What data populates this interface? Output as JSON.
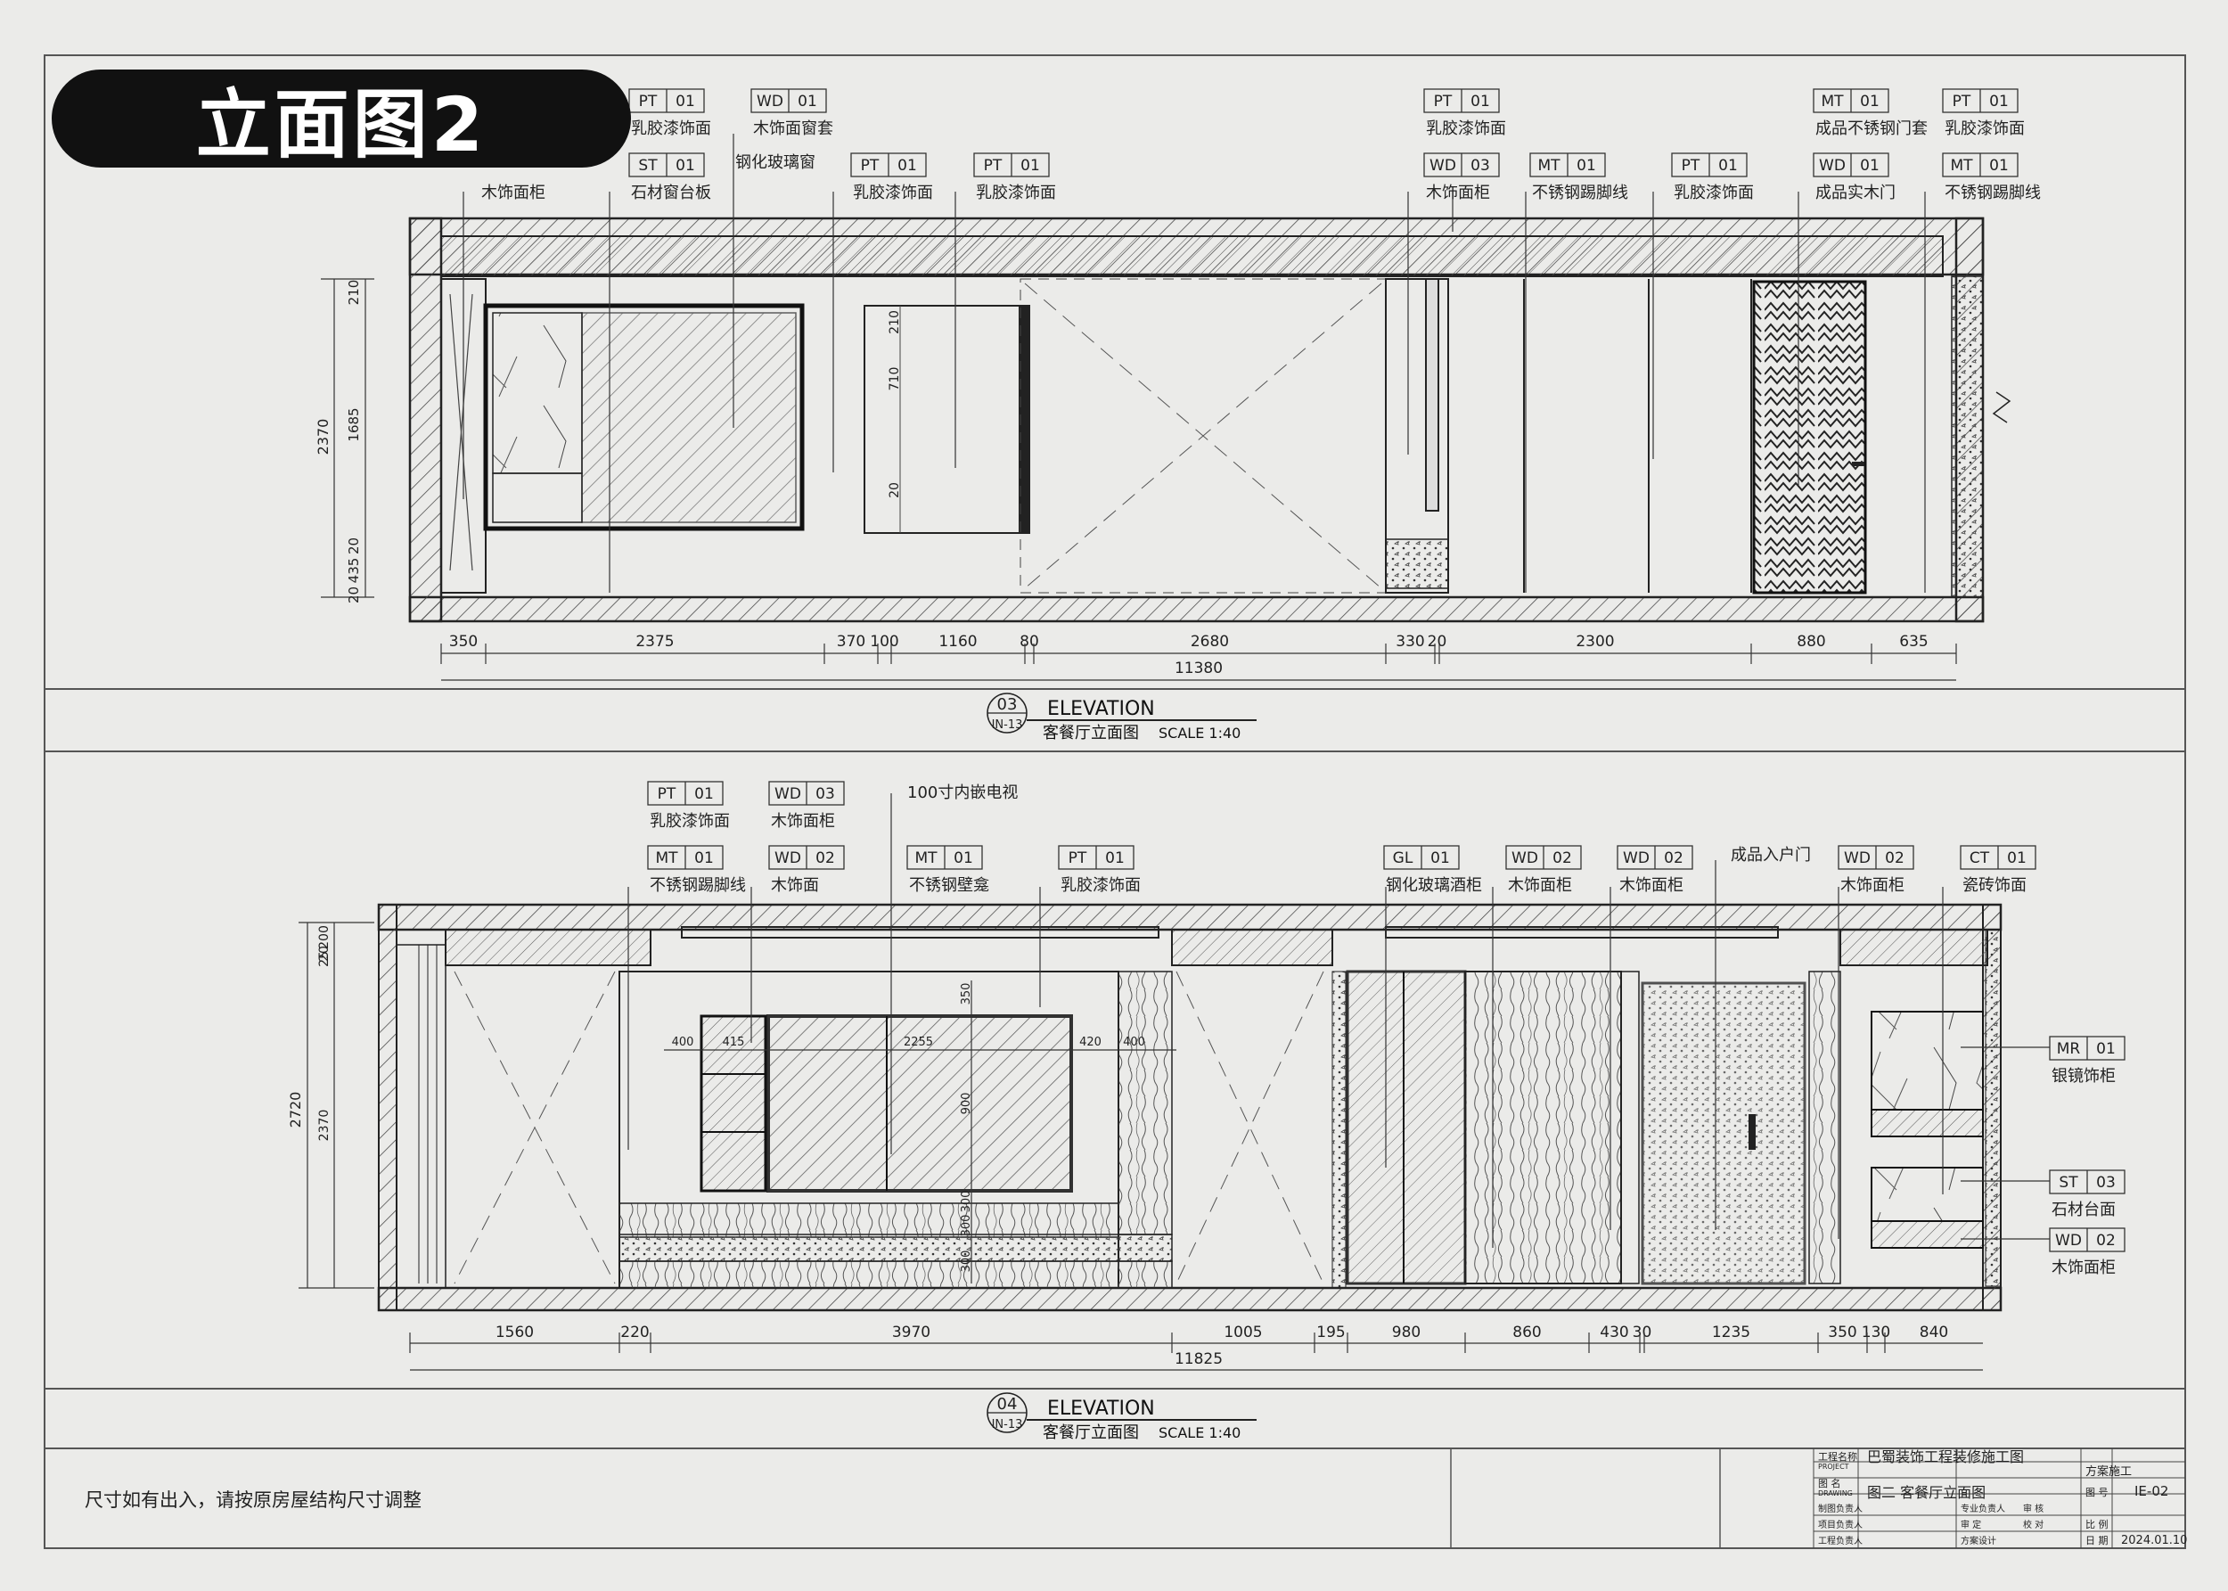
{
  "badge_title": "立面图2",
  "elev03": {
    "number": "03",
    "sheet_ref": "IN-13",
    "title": "ELEVATION",
    "subtitle": "客餐厅立面图",
    "scale": "SCALE 1:40",
    "tags": [
      {
        "id": "t1",
        "code": "PT",
        "num": "01",
        "label": "乳胶漆饰面"
      },
      {
        "id": "t2",
        "code": "ST",
        "num": "01",
        "label": "石材窗台板"
      },
      {
        "id": "t3",
        "code": "WD",
        "num": "01",
        "label": "木饰面窗套"
      },
      {
        "id": "t4",
        "code": "PT",
        "num": "01",
        "label": "乳胶漆饰面"
      },
      {
        "id": "t5",
        "code": "PT",
        "num": "01",
        "label": "乳胶漆饰面"
      },
      {
        "id": "t6",
        "code": "PT",
        "num": "01",
        "label": "乳胶漆饰面"
      },
      {
        "id": "t7",
        "code": "WD",
        "num": "03",
        "label": "木饰面柜"
      },
      {
        "id": "t8",
        "code": "MT",
        "num": "01",
        "label": "不锈钢踢脚线"
      },
      {
        "id": "t9",
        "code": "PT",
        "num": "01",
        "label": "乳胶漆饰面"
      },
      {
        "id": "t10",
        "code": "MT",
        "num": "01",
        "label": "成品不锈钢门套"
      },
      {
        "id": "t11",
        "code": "WD",
        "num": "01",
        "label": "成品实木门"
      },
      {
        "id": "t12",
        "code": "PT",
        "num": "01",
        "label": "乳胶漆饰面"
      },
      {
        "id": "t13",
        "code": "MT",
        "num": "01",
        "label": "不锈钢踢脚线"
      }
    ],
    "plain_labels": {
      "left_cabinet": "木饰面柜",
      "glass": "钢化玻璃窗"
    },
    "dims_bottom": [
      "350",
      "2375",
      "370",
      "100",
      "1160",
      "80",
      "2680",
      "330",
      "20",
      "2300",
      "880",
      "635"
    ],
    "dim_total": "11380",
    "dims_left": [
      "210",
      "1685",
      "20",
      "435",
      "20"
    ],
    "dim_left_total": "2370",
    "dims_inner": [
      "210",
      "710",
      "20"
    ]
  },
  "elev04": {
    "number": "04",
    "sheet_ref": "IN-13",
    "title": "ELEVATION",
    "subtitle": "客餐厅立面图",
    "scale": "SCALE 1:40",
    "tags": [
      {
        "id": "b1",
        "code": "PT",
        "num": "01",
        "label": "乳胶漆饰面"
      },
      {
        "id": "b2",
        "code": "MT",
        "num": "01",
        "label": "不锈钢踢脚线"
      },
      {
        "id": "b3",
        "code": "WD",
        "num": "03",
        "label": "木饰面柜"
      },
      {
        "id": "b4",
        "code": "WD",
        "num": "02",
        "label": "木饰面"
      },
      {
        "id": "b5",
        "code": "MT",
        "num": "01",
        "label": "不锈钢壁龛"
      },
      {
        "id": "b6",
        "code": "PT",
        "num": "01",
        "label": "乳胶漆饰面"
      },
      {
        "id": "b7",
        "code": "GL",
        "num": "01",
        "label": "钢化玻璃酒柜"
      },
      {
        "id": "b8",
        "code": "WD",
        "num": "02",
        "label": "木饰面柜"
      },
      {
        "id": "b9",
        "code": "WD",
        "num": "02",
        "label": "木饰面柜"
      },
      {
        "id": "b10",
        "code": "WD",
        "num": "02",
        "label": "木饰面柜"
      },
      {
        "id": "b11",
        "code": "CT",
        "num": "01",
        "label": "瓷砖饰面"
      },
      {
        "id": "b12",
        "code": "MR",
        "num": "01",
        "label": "银镜饰柜"
      },
      {
        "id": "b13",
        "code": "ST",
        "num": "03",
        "label": "石材台面"
      },
      {
        "id": "b14",
        "code": "WD",
        "num": "02",
        "label": "木饰面柜"
      }
    ],
    "plain_labels": {
      "tv": "100寸内嵌电视",
      "entry_door": "成品入户门"
    },
    "dims_bottom": [
      "1560",
      "220",
      "3970",
      "1005",
      "195",
      "980",
      "860",
      "430",
      "30",
      "1235",
      "350",
      "130",
      "840"
    ],
    "dim_total": "11825",
    "dims_left": [
      "200",
      "20",
      "25",
      "2370"
    ],
    "dim_left_total": "2720",
    "tv_dims_h": [
      "400",
      "415",
      "2255",
      "420",
      "400"
    ],
    "tv_dims_v": [
      "350",
      "900",
      "300",
      "300",
      "300"
    ]
  },
  "note": "尺寸如有出入，请按原房屋结构尺寸调整",
  "title_block": {
    "project_label": "工程名称",
    "project_label_en": "PROJECT",
    "project_name": "巴蜀装饰工程装修施工图",
    "drawing_label": "图 名",
    "drawing_label_en": "DRAWING",
    "drawing_name": "图二 客餐厅立面图",
    "drawing_no_label": "图 号",
    "drawing_no": "IE-02",
    "stage": "方案施工",
    "scale_label": "比 例",
    "date_label": "日 期",
    "date": "2024.01.10",
    "row_labels": [
      "制图负责人",
      "项目负责人",
      "工程负责人"
    ],
    "role_labels": [
      "专业负责人",
      "审 核",
      "审 定",
      "校 对",
      "方案设计"
    ]
  }
}
